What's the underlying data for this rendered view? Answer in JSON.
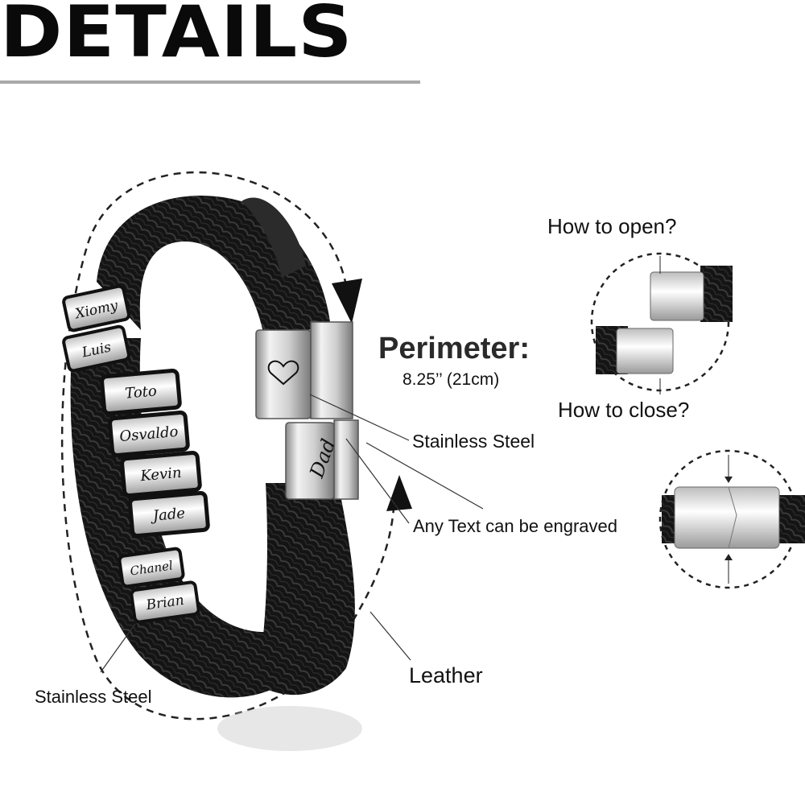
{
  "header": {
    "title": "DETAILS"
  },
  "perimeter": {
    "label": "Perimeter:",
    "value": "8.25’’ (21cm)"
  },
  "clasp_help": {
    "open_label": "How to open?",
    "close_label": "How to close?"
  },
  "callouts": {
    "clasp_material": "Stainless Steel",
    "engraving": "Any Text can be engraved",
    "band_material": "Leather",
    "bead_material": "Stainless Steel"
  },
  "beads": [
    "Xiomy",
    "Luis",
    "Toto",
    "Osvaldo",
    "Kevin",
    "Jade",
    "Chanel",
    "Brian"
  ],
  "clasp_engraving": "Dad",
  "colors": {
    "title": "#0a0a0a",
    "leather": "#151515",
    "steel": "#d9d9d9",
    "rule": "#a9a9a9"
  }
}
